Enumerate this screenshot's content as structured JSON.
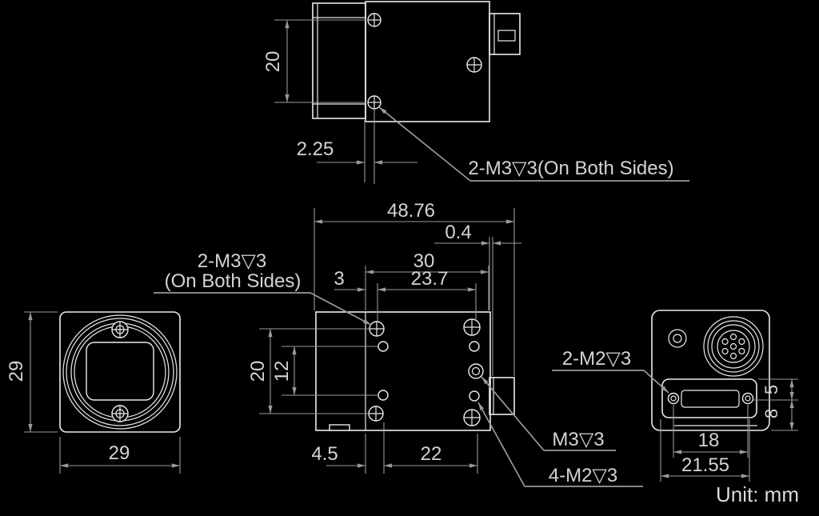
{
  "unit": "Unit: mm",
  "top": {
    "h20": "20",
    "off": "2.25",
    "label": "2-M3▽3(On Both Sides)"
  },
  "bottom": {
    "overall": "48.76",
    "gap": "0.4",
    "len30": "30",
    "span": "23.7",
    "off3": "3",
    "v20": "20",
    "v12": "12",
    "b45": "4.5",
    "b22": "22",
    "m3_line1": "2-M3▽3",
    "m3_line2": "(On Both Sides)",
    "tripod": "M3▽3",
    "m2": "4-M2▽3"
  },
  "front": {
    "w": "29",
    "h": "29"
  },
  "rear": {
    "d18": "18",
    "d2155": "21.55",
    "d5": "5",
    "d8": "8",
    "m2": "2-M2▽3"
  }
}
